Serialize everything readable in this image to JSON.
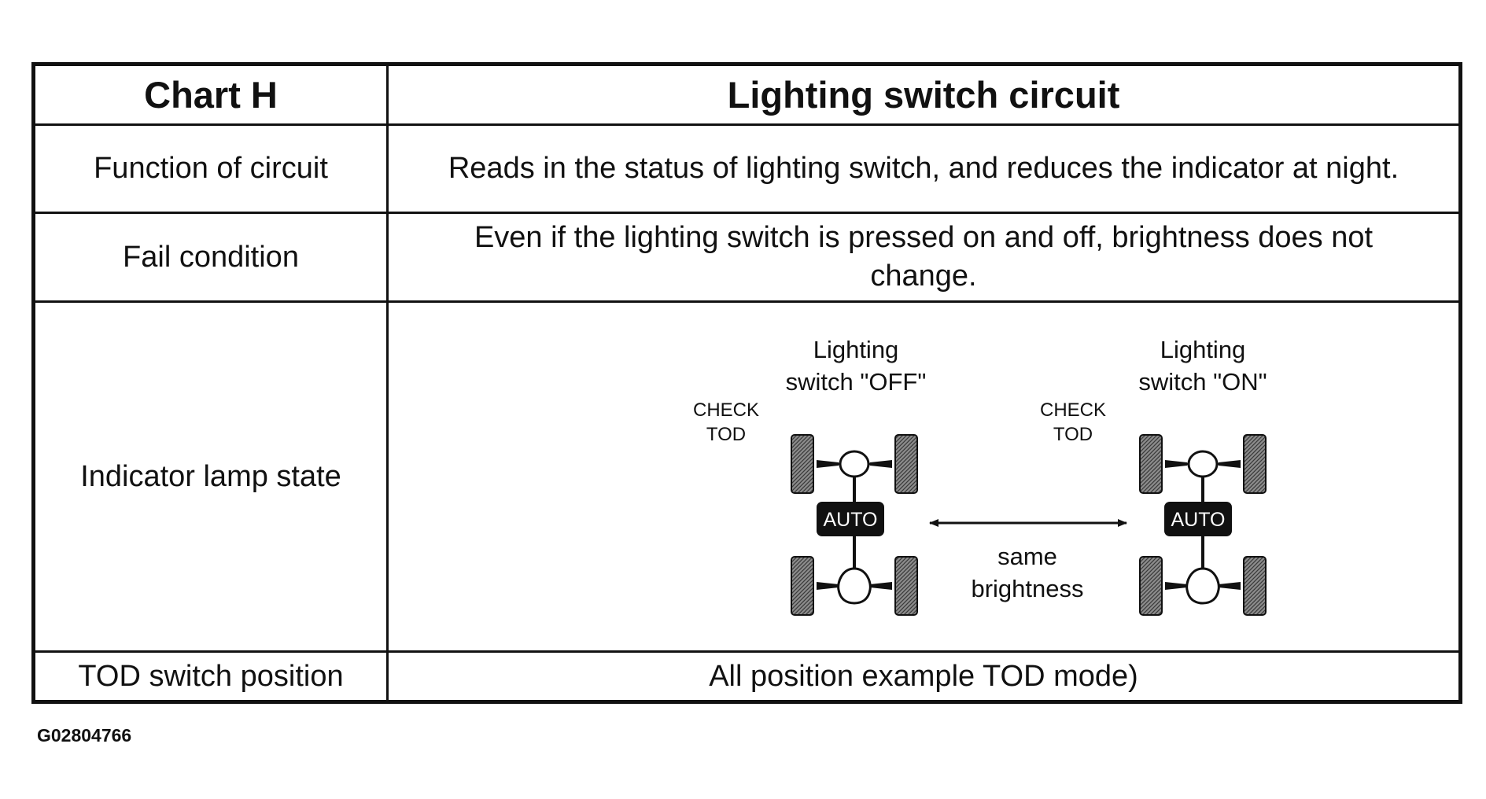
{
  "table": {
    "header": {
      "left": "Chart H",
      "right": "Lighting switch circuit"
    },
    "rows": [
      {
        "label": "Function of circuit",
        "value": "Reads in the status of lighting switch, and reduces the indicator at night."
      },
      {
        "label": "Fail condition",
        "value": "Even if the lighting switch is pressed on and off, brightness does not change."
      },
      {
        "label": "Indicator lamp state",
        "diagram": {
          "left_state": {
            "title_line1": "Lighting",
            "title_line2": "switch \"OFF\"",
            "check_line1": "CHECK",
            "check_line2": "TOD",
            "badge": "AUTO"
          },
          "right_state": {
            "title_line1": "Lighting",
            "title_line2": "switch \"ON\"",
            "check_line1": "CHECK",
            "check_line2": "TOD",
            "badge": "AUTO"
          },
          "comparison_line1": "same",
          "comparison_line2": "brightness"
        }
      },
      {
        "label": "TOD switch position",
        "value": "All position example TOD mode)"
      }
    ]
  },
  "figure_code": "G02804766"
}
